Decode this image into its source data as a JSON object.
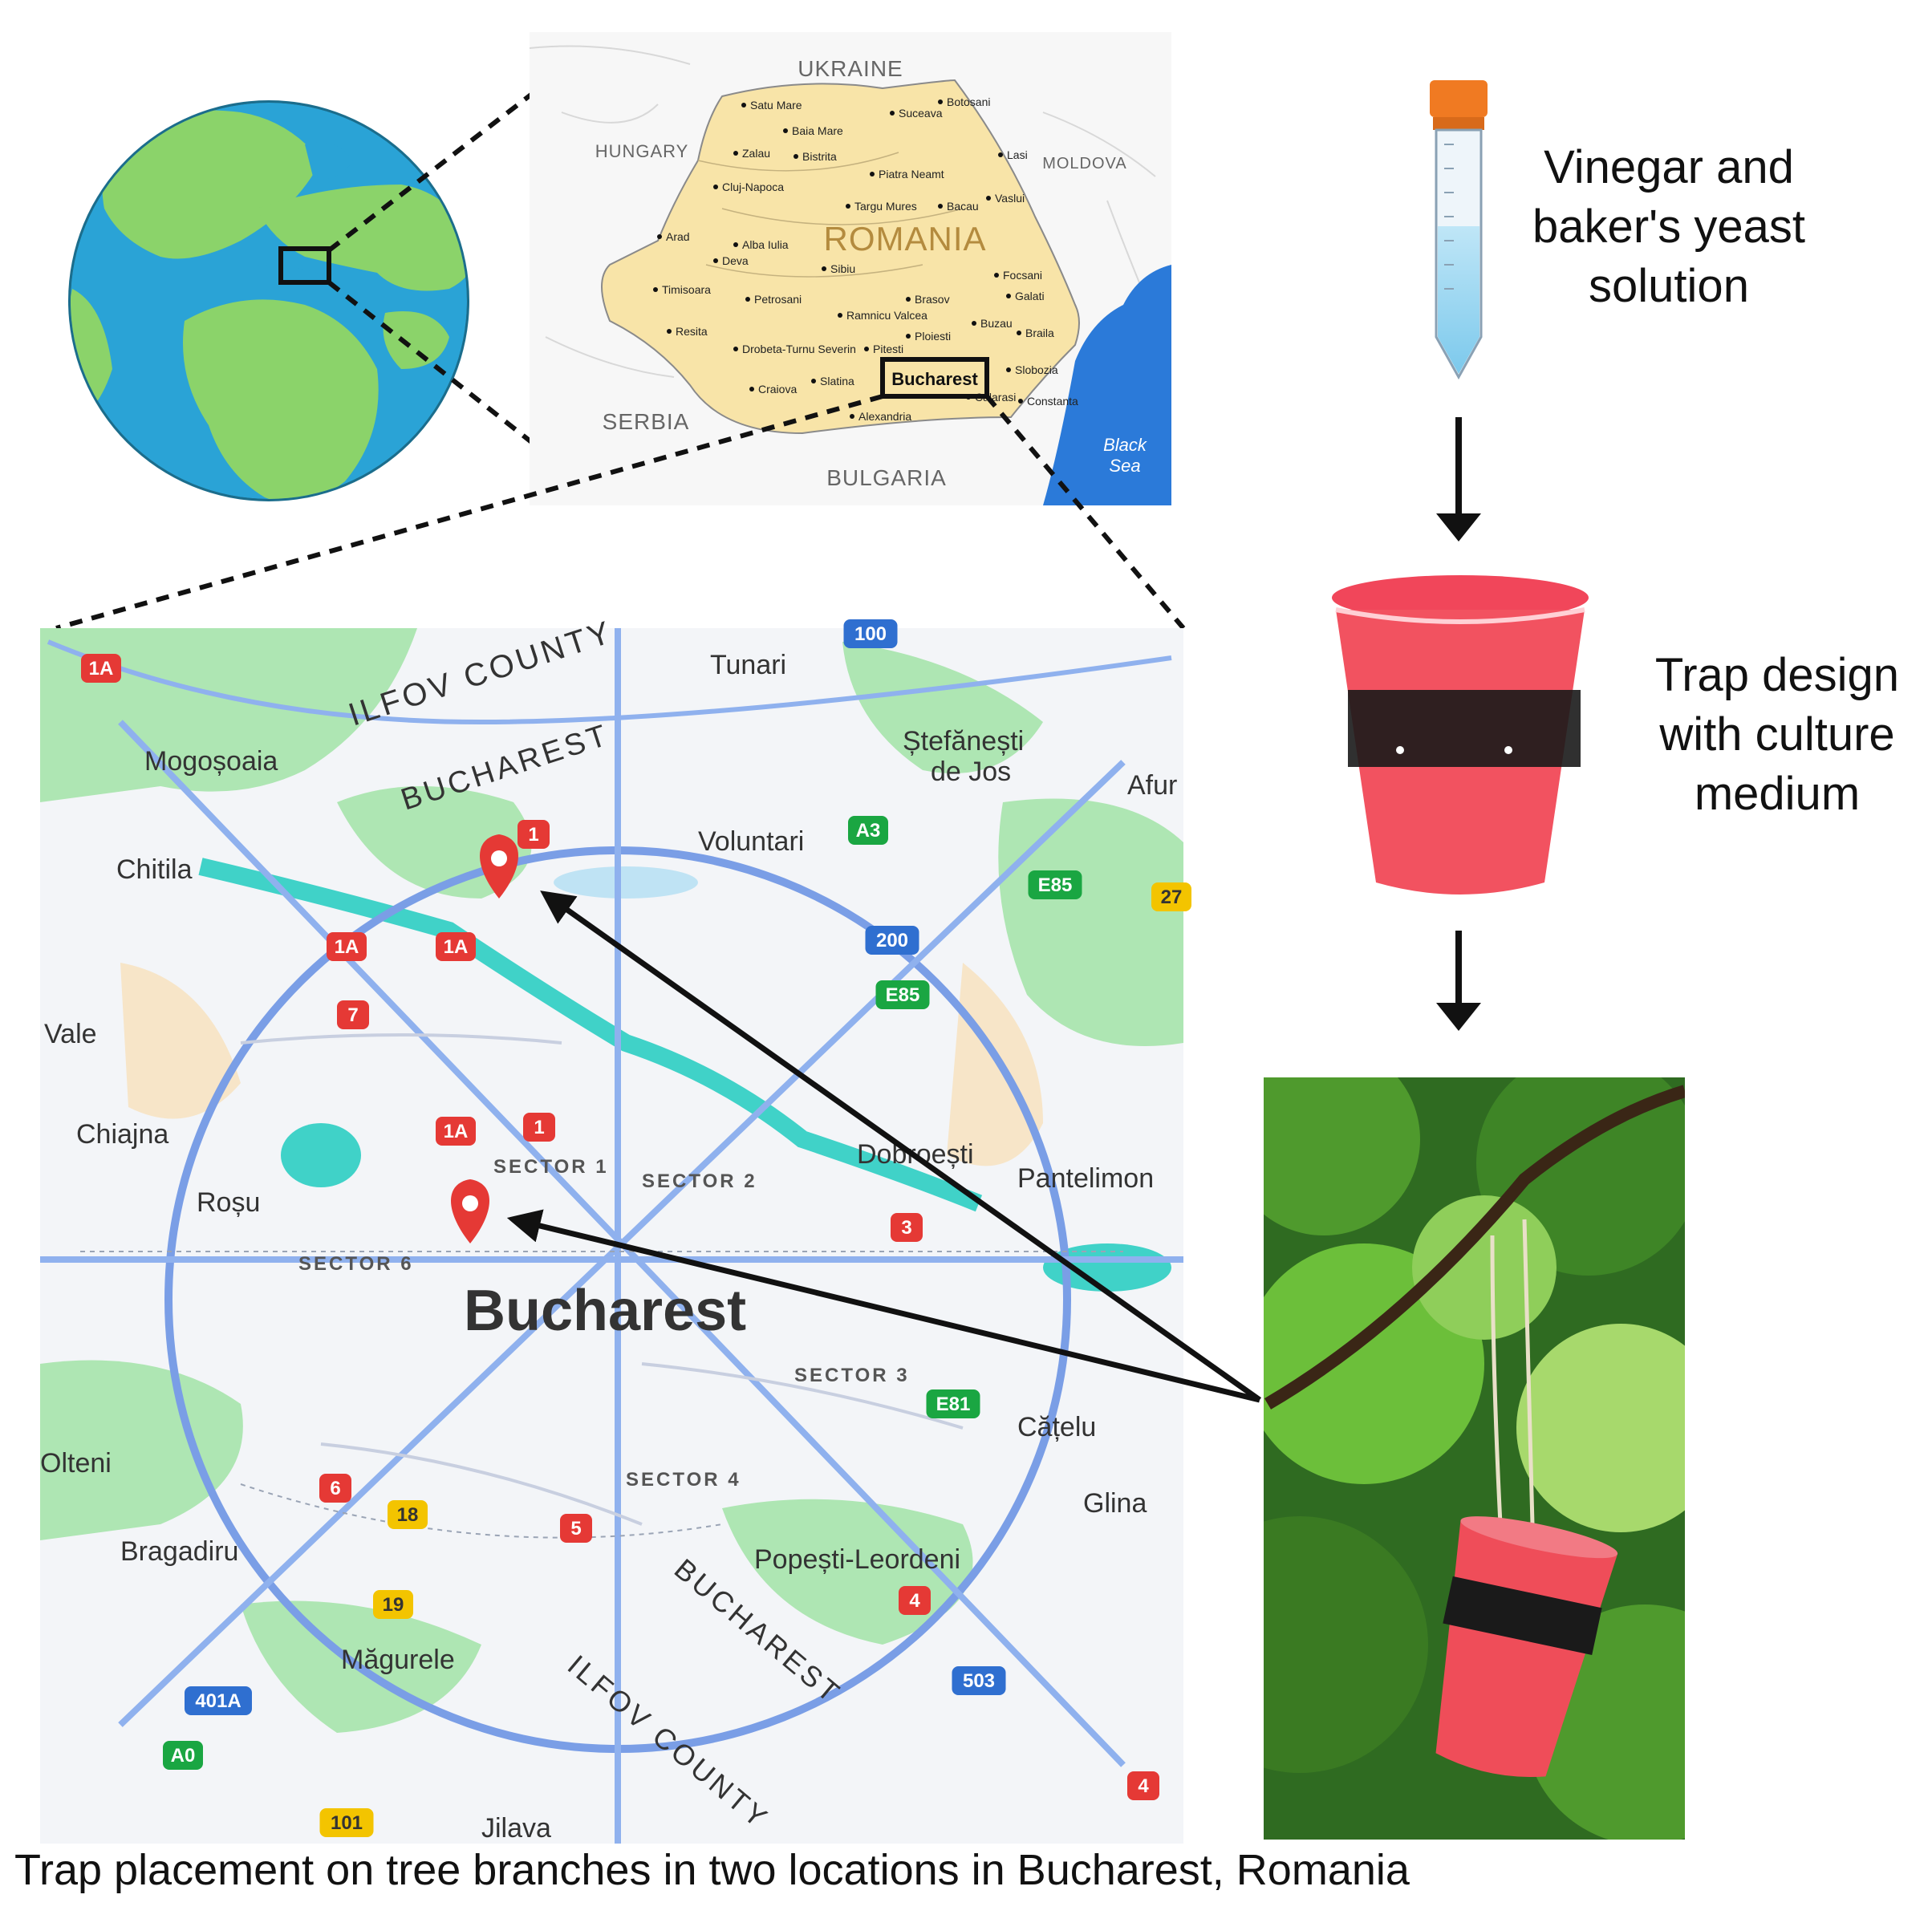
{
  "romania_map": {
    "countries": {
      "ukraine": "UKRAINE",
      "hungary": "HUNGARY",
      "moldova": "MOLDOVA",
      "serbia": "SERBIA",
      "bulgaria": "BULGARIA",
      "romania": "ROMANIA",
      "black_sea": [
        "Black",
        "Sea"
      ]
    },
    "cities": [
      "Satu Mare",
      "Baia Mare",
      "Suceava",
      "Botosani",
      "Zalau",
      "Bistrita",
      "Lasi",
      "Cluj-Napoca",
      "Piatra Neamt",
      "Targu Mures",
      "Bacau",
      "Vaslui",
      "Arad",
      "Alba Iulia",
      "Deva",
      "Sibiu",
      "Focsani",
      "Galati",
      "Timisoara",
      "Petrosani",
      "Brasov",
      "Ramnicu Valcea",
      "Buzau",
      "Braila",
      "Resita",
      "Ploiesti",
      "Drobeta-Turnu Severin",
      "Pitesti",
      "Slobozia",
      "Slatina",
      "Craiova",
      "Calarasi",
      "Constanta",
      "Alexandria"
    ],
    "highlight": "Bucharest"
  },
  "bucharest_map": {
    "region_labels": [
      "ILFOV COUNTY",
      "BUCHAREST",
      "BUCHAREST",
      "ILFOV COUNTY"
    ],
    "places": [
      "Tunari",
      "Mogoșoaia",
      "Ștefănești de Jos",
      "Afur",
      "Voluntari",
      "Chitila",
      "Vale",
      "Chiajna",
      "Dobroești",
      "Pantelimon",
      "Roșu",
      "Bucharest",
      "Cățelu",
      "Olteni",
      "Glina",
      "Bragadiru",
      "Popești-Leordeni",
      "Măgurele",
      "Jilava"
    ],
    "sectors": [
      "SECTOR 1",
      "SECTOR 2",
      "SECTOR 6",
      "SECTOR 3",
      "SECTOR 4"
    ],
    "road_shields": [
      "1A",
      "1A",
      "1",
      "1A",
      "7",
      "1A",
      "1",
      "3",
      "6",
      "18",
      "5",
      "19",
      "4",
      "401A",
      "A0",
      "101",
      "4",
      "503",
      "100",
      "A3",
      "E85",
      "200",
      "E85",
      "E81",
      "27"
    ],
    "trap_markers": 2
  },
  "texts": {
    "vinegar": "Vinegar and baker's yeast solution",
    "trap": "Trap design with culture medium",
    "caption": "Trap placement on tree branches in two locations in Bucharest, Romania"
  },
  "colors": {
    "ocean": "#2aa3d6",
    "land": "#8bd36a",
    "romania_fill": "#f8e4a8",
    "map_green": "#aee6b3",
    "map_water": "#40d2c8",
    "marker": "#e53935",
    "shield_red": "#e53935",
    "shield_green": "#1aa642",
    "shield_blue": "#2f6fd0",
    "shield_yellow": "#f3c400",
    "trap_red": "#f1465a"
  }
}
